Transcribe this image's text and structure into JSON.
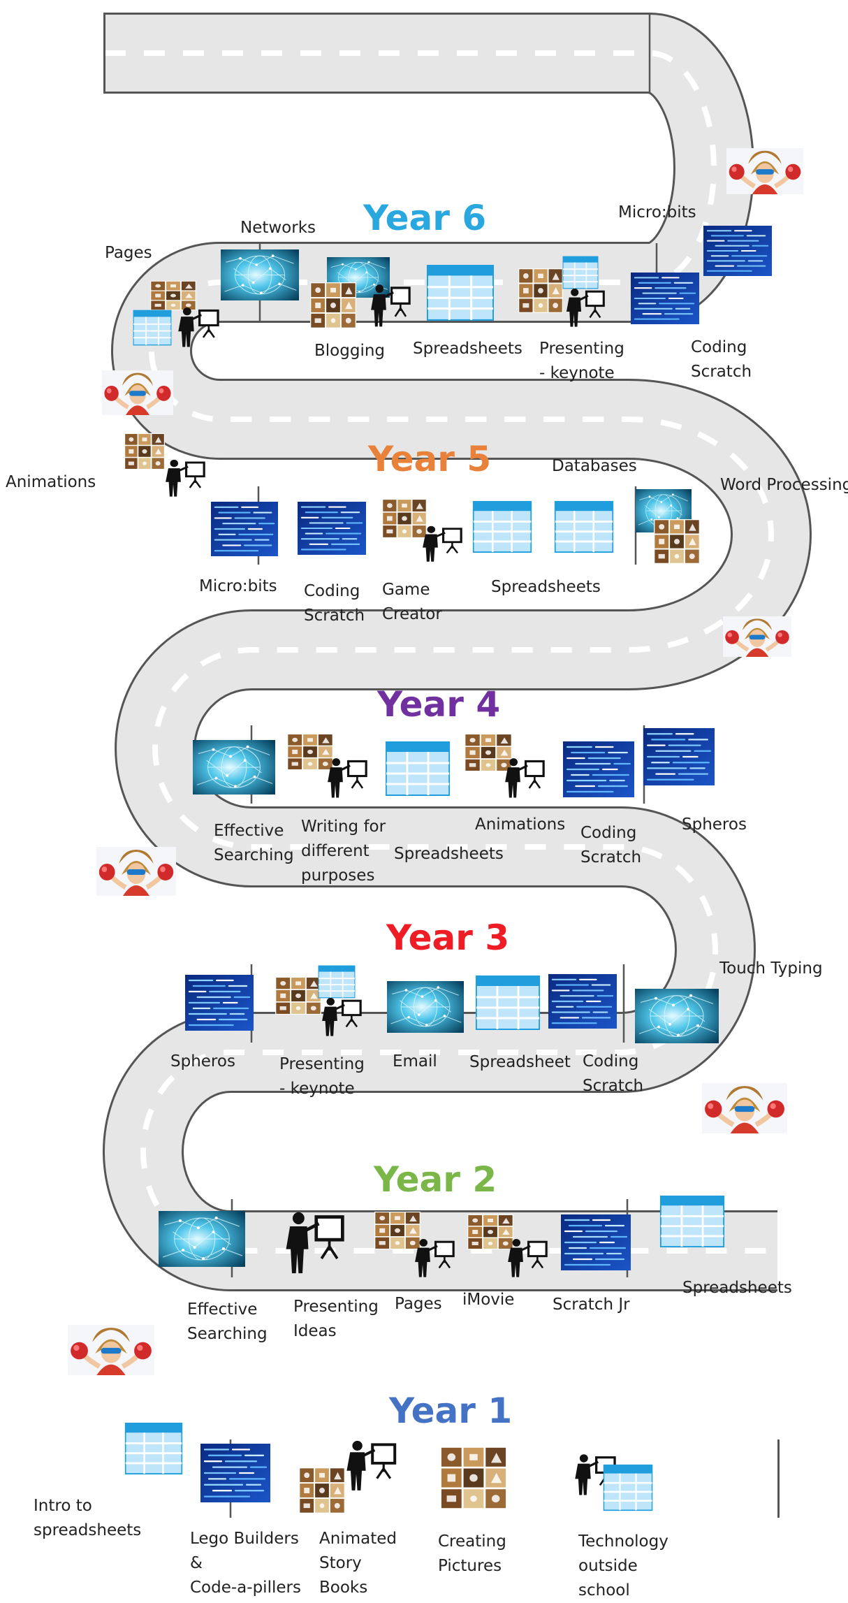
{
  "year_titles": [
    {
      "text": "Year 6",
      "color": "#29a8df"
    },
    {
      "text": "Year 5",
      "color": "#e8823a"
    },
    {
      "text": "Year 4",
      "color": "#7030a0"
    },
    {
      "text": "Year 3",
      "color": "#ee1c25"
    },
    {
      "text": "Year 2",
      "color": "#7ab648"
    },
    {
      "text": "Year 1",
      "color": "#4472c4"
    }
  ],
  "year6": {
    "pages": "Pages",
    "networks": "Networks",
    "microbits": "Micro:bits",
    "blogging": "Blogging",
    "spreadsheets": "Spreadsheets",
    "presenting": [
      "Presenting",
      "- keynote"
    ],
    "coding": [
      "Coding",
      "Scratch"
    ]
  },
  "year5": {
    "animations": "Animations",
    "databases": "Databases",
    "word_processing": "Word Processing",
    "microbits": "Micro:bits",
    "coding": [
      "Coding",
      "Scratch"
    ],
    "game_creator": [
      "Game",
      "Creator"
    ],
    "spreadsheets": "Spreadsheets"
  },
  "year4": {
    "effective_searching": [
      "Effective",
      "Searching"
    ],
    "writing": [
      "Writing for",
      "different",
      "purposes"
    ],
    "spreadsheets": "Spreadsheets",
    "animations": "Animations",
    "coding": [
      "Coding",
      "Scratch"
    ],
    "spheros": "Spheros"
  },
  "year3": {
    "touch_typing": "Touch Typing",
    "spheros": "Spheros",
    "presenting": [
      "Presenting",
      "- keynote"
    ],
    "email": "Email",
    "spreadsheet": "Spreadsheet",
    "coding": [
      "Coding",
      "Scratch"
    ]
  },
  "year2": {
    "effective_searching": [
      "Effective",
      "Searching"
    ],
    "presenting": [
      "Presenting",
      "Ideas"
    ],
    "pages": "Pages",
    "imovie": "iMovie",
    "scratch_jr": "Scratch Jr",
    "spreadsheets": "Spreadsheets"
  },
  "year1": {
    "intro_spreadsheets": [
      "Intro to",
      "spreadsheets"
    ],
    "lego": [
      "Lego Builders",
      "&",
      "Code-a-pillers"
    ],
    "animated": [
      "Animated",
      "Story",
      "Books"
    ],
    "creating": [
      "Creating",
      "Pictures"
    ],
    "technology": [
      "Technology",
      "outside",
      "school"
    ]
  },
  "icons": {
    "spreadsheet": "spreadsheet-icon",
    "teacher": "teacher-presenting-icon",
    "pages": "pages-collage-icon",
    "network": "network-globe-icon",
    "code": "code-screen-icon",
    "superhero": "superhero-child-icon"
  },
  "colors": {
    "road": "#e6e6e6",
    "road_edge": "#555555",
    "lane": "#ffffff"
  }
}
